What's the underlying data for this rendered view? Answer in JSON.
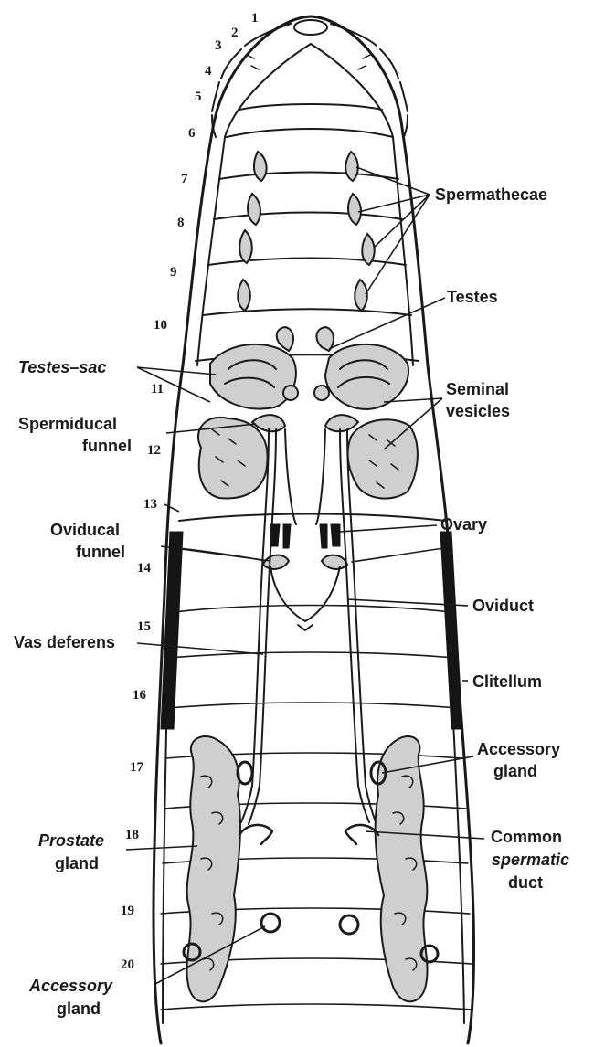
{
  "segment_numbers": [
    "1",
    "2",
    "3",
    "4",
    "5",
    "6",
    "7",
    "8",
    "9",
    "10",
    "11",
    "12",
    "13",
    "14",
    "15",
    "16",
    "17",
    "18",
    "19",
    "20"
  ],
  "labels": {
    "spermathecae": "Spermathecae",
    "testes": "Testes",
    "testes_sac": "Testes–sac",
    "seminal_vesicles_1": "Seminal",
    "seminal_vesicles_2": "vesicles",
    "spermiducal_funnel_1": "Spermiducal",
    "spermiducal_funnel_2": "funnel",
    "ovary": "Ovary",
    "oviducal_funnel_1": "Oviducal",
    "oviducal_funnel_2": "funnel",
    "oviduct": "Oviduct",
    "vas_deferens": "Vas deferens",
    "clitellum": "Clitellum",
    "accessory_gland_right_1": "Accessory",
    "accessory_gland_right_2": "gland",
    "prostate_gland_1": "Prostate",
    "prostate_gland_2": "gland",
    "common_spermatic_duct_1": "Common",
    "common_spermatic_duct_2": "spermatic",
    "common_spermatic_duct_3": "duct",
    "accessory_gland_left_1": "Accessory",
    "accessory_gland_left_2": "gland"
  }
}
